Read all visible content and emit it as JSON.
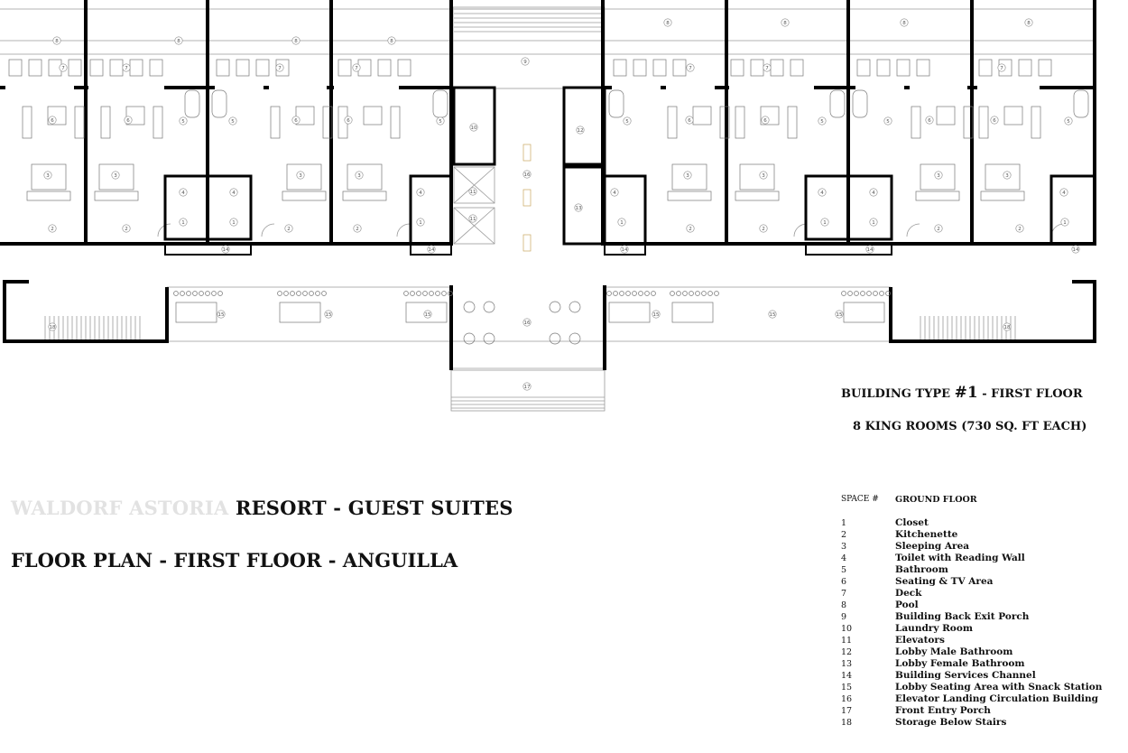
{
  "plan": {
    "room_tags": [
      "1",
      "2",
      "3",
      "4",
      "5",
      "6",
      "7",
      "8",
      "9",
      "10",
      "11",
      "12",
      "13",
      "14",
      "15",
      "16",
      "17",
      "18"
    ]
  },
  "title": {
    "brand_ghost": "WALDORF ASTORIA",
    "brand_rest": "RESORT - GUEST SUITES",
    "subtitle": "FLOOR PLAN - FIRST FLOOR - ANGUILLA"
  },
  "building": {
    "type_prefix": "BUILDING TYPE",
    "type_number": "#1",
    "type_suffix": "- FIRST FLOOR",
    "rooms": "8 KING ROOMS  (730 SQ. FT EACH)"
  },
  "legend": {
    "col_space": "SPACE  #",
    "col_floor": "GROUND FLOOR",
    "items": [
      {
        "n": "1",
        "label": "Closet"
      },
      {
        "n": "2",
        "label": "Kitchenette"
      },
      {
        "n": "3",
        "label": "Sleeping Area"
      },
      {
        "n": "4",
        "label": "Toilet with Reading Wall"
      },
      {
        "n": "5",
        "label": "Bathroom"
      },
      {
        "n": "6",
        "label": "Seating & TV Area"
      },
      {
        "n": "7",
        "label": "Deck"
      },
      {
        "n": "8",
        "label": "Pool"
      },
      {
        "n": "9",
        "label": "Building Back Exit Porch"
      },
      {
        "n": "10",
        "label": "Laundry Room"
      },
      {
        "n": "11",
        "label": "Elevators"
      },
      {
        "n": "12",
        "label": "Lobby Male Bathroom"
      },
      {
        "n": "13",
        "label": "Lobby Female Bathroom"
      },
      {
        "n": "14",
        "label": "Building Services Channel"
      },
      {
        "n": "15",
        "label": "Lobby Seating Area with Snack Station"
      },
      {
        "n": "16",
        "label": "Elevator Landing Circulation Building"
      },
      {
        "n": "17",
        "label": "Front Entry Porch"
      },
      {
        "n": "18",
        "label": "Storage Below Stairs"
      }
    ]
  }
}
